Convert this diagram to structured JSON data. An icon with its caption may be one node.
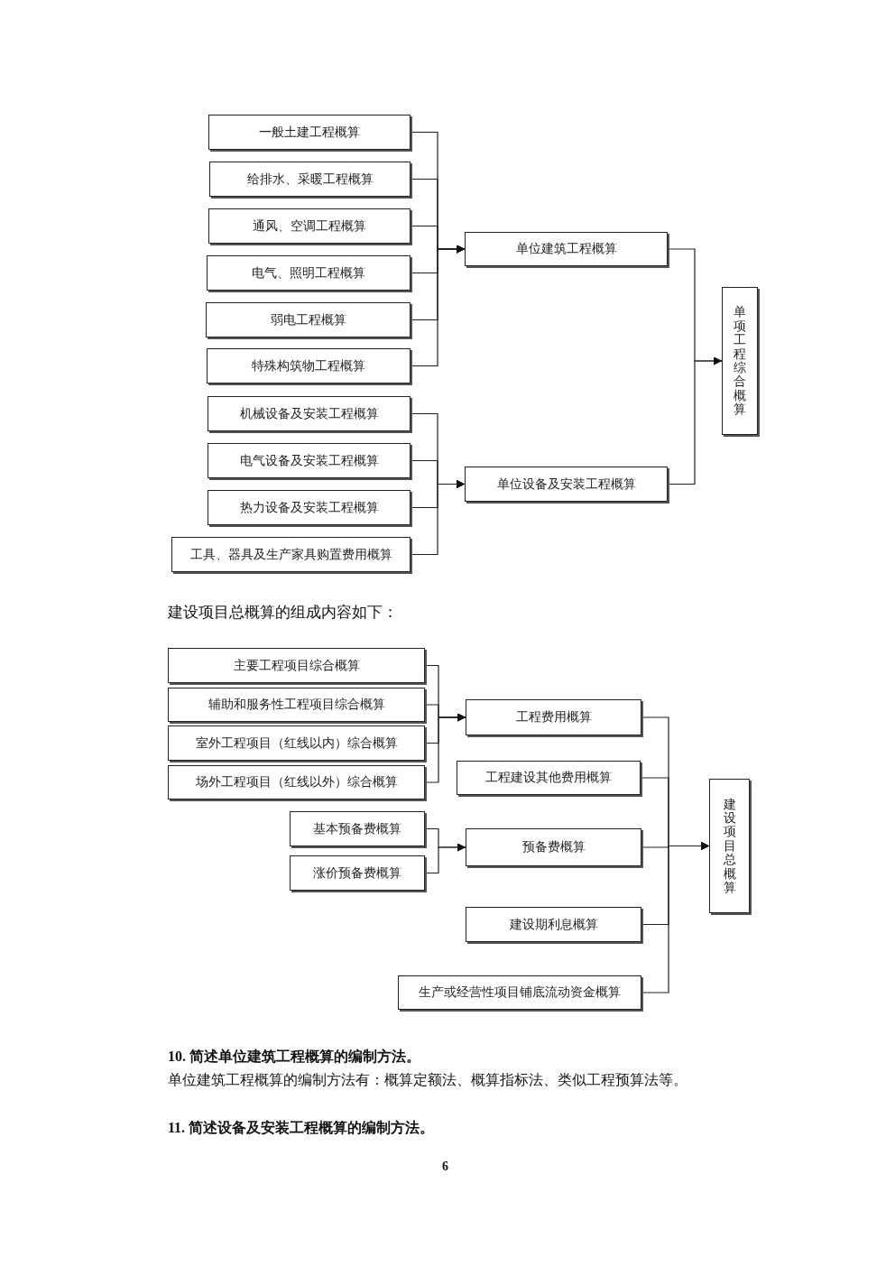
{
  "diagram": {
    "nodes": [
      {
        "text": [
          "一般土建工程概算"
        ]
      },
      {
        "text": [
          "给排水、采暖工程概算"
        ]
      },
      {
        "text": [
          "通风、空调工程概算"
        ]
      },
      {
        "text": [
          "电气、照明工程概算"
        ]
      },
      {
        "text": [
          "弱电工程概算"
        ]
      },
      {
        "text": [
          "特殊构筑物工程概算"
        ]
      },
      {
        "text": [
          "单位建筑工程概算"
        ]
      },
      {
        "text": [
          "单项工程综合概算"
        ]
      },
      {
        "text": [
          "机械设备及安装工程概算"
        ]
      },
      {
        "text": [
          "电气设备及安装工程概算"
        ]
      },
      {
        "text": [
          "热力设备及安装工程概算"
        ]
      },
      {
        "text": [
          "工具、器具及生产家具购置费用概算"
        ]
      },
      {
        "text": [
          "单位设备及安装工程概算"
        ]
      },
      {
        "text": [
          "主要工程项目综合概算"
        ]
      },
      {
        "text": [
          "辅助和服务性工程项目综合概算"
        ]
      },
      {
        "text": [
          "室外工程项目（红线以内）综合概算"
        ]
      },
      {
        "text": [
          "场外工程项目（红线以外）综合概算"
        ]
      },
      {
        "text": [
          "工程费用概算"
        ]
      },
      {
        "text": [
          "工程建设其他费用概算"
        ]
      },
      {
        "text": [
          "基本预备费概算"
        ]
      },
      {
        "text": [
          "涨价预备费概算"
        ]
      },
      {
        "text": [
          "预备费概算"
        ]
      },
      {
        "text": [
          "建设期利息概算"
        ]
      },
      {
        "text": [
          "生产或经营性项目铺底流动资金概算"
        ]
      },
      {
        "text": [
          "建设项目总概算"
        ]
      }
    ],
    "edges": [
      {
        "from": 0,
        "to": 6,
        "arrow": "to"
      },
      {
        "from": 1,
        "to": 6,
        "arrow": "to"
      },
      {
        "from": 2,
        "to": 6,
        "arrow": "to"
      },
      {
        "from": 3,
        "to": 6,
        "arrow": "to"
      },
      {
        "from": 4,
        "to": 6,
        "arrow": "to"
      },
      {
        "from": 5,
        "to": 6,
        "arrow": "to"
      },
      {
        "from": 6,
        "to": 7,
        "arrow": "to"
      },
      {
        "from": 12,
        "to": 7,
        "arrow": "to"
      },
      {
        "from": 8,
        "to": 12,
        "arrow": "to"
      },
      {
        "from": 9,
        "to": 12,
        "arrow": "to"
      },
      {
        "from": 10,
        "to": 12,
        "arrow": "to"
      },
      {
        "from": 11,
        "to": 12,
        "arrow": "to"
      },
      {
        "from": 13,
        "to": 17,
        "arrow": "to"
      },
      {
        "from": 14,
        "to": 17,
        "arrow": "to"
      },
      {
        "from": 15,
        "to": 17,
        "arrow": "to"
      },
      {
        "from": 16,
        "to": 17,
        "arrow": "to"
      },
      {
        "from": 19,
        "to": 21,
        "arrow": "to"
      },
      {
        "from": 20,
        "to": 21,
        "arrow": "to"
      },
      {
        "from": 17,
        "to": 24,
        "arrow": "to"
      },
      {
        "from": 18,
        "to": 24,
        "arrow": "to"
      },
      {
        "from": 21,
        "to": 24,
        "arrow": "to"
      },
      {
        "from": 22,
        "to": 24,
        "arrow": "to"
      },
      {
        "from": 23,
        "to": 24,
        "arrow": "to"
      }
    ],
    "labels": [
      "建设项目总概算的组成内容如下：",
      "10. 简述单位建筑工程概算的编制方法。",
      "单位建筑工程概算的编制方法有：概算定额法、概算指标法、类似工程预算法等。",
      "11. 简述设备及安装工程概算的编制方法。",
      "6"
    ]
  }
}
